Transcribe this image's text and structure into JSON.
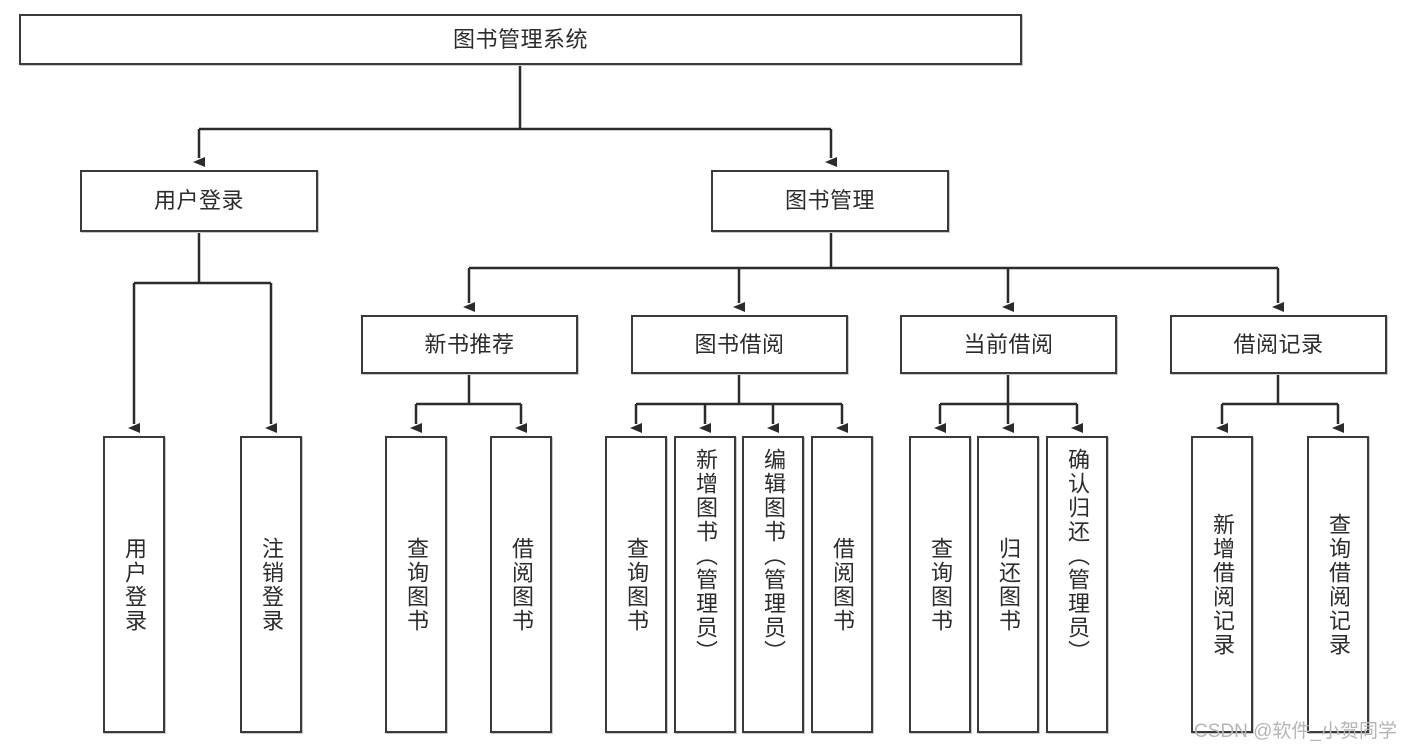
{
  "diagram": {
    "type": "tree-flowchart",
    "title": "图书管理系统",
    "watermark": "CSDN @软件_小贺同学",
    "colors": {
      "border": "#3a3a3a",
      "background": "#ffffff",
      "text": "#2b2b2b",
      "edge": "#2b2b2b",
      "watermark": "#b6b6b6"
    },
    "levels": [
      {
        "level": 1,
        "nodes": [
          {
            "id": "root",
            "label": "图书管理系统",
            "orientation": "horizontal"
          }
        ]
      },
      {
        "level": 2,
        "nodes": [
          {
            "id": "user-login",
            "label": "用户登录",
            "orientation": "horizontal",
            "parent": "root"
          },
          {
            "id": "book-manage",
            "label": "图书管理",
            "orientation": "horizontal",
            "parent": "root"
          }
        ]
      },
      {
        "level": 3,
        "nodes": [
          {
            "id": "new-book-rec",
            "label": "新书推荐",
            "orientation": "horizontal",
            "parent": "book-manage"
          },
          {
            "id": "book-borrow",
            "label": "图书借阅",
            "orientation": "horizontal",
            "parent": "book-manage"
          },
          {
            "id": "current-borrow",
            "label": "当前借阅",
            "orientation": "horizontal",
            "parent": "book-manage"
          },
          {
            "id": "borrow-record",
            "label": "借阅记录",
            "orientation": "horizontal",
            "parent": "book-manage"
          }
        ]
      },
      {
        "level": 4,
        "nodes": [
          {
            "id": "leaf-user-login",
            "label": "用户登录",
            "orientation": "vertical",
            "parent": "user-login"
          },
          {
            "id": "leaf-logout",
            "label": "注销登录",
            "orientation": "vertical",
            "parent": "user-login"
          },
          {
            "id": "leaf-query-book-1",
            "label": "查询图书",
            "orientation": "vertical",
            "parent": "new-book-rec"
          },
          {
            "id": "leaf-borrow-book-1",
            "label": "借阅图书",
            "orientation": "vertical",
            "parent": "new-book-rec"
          },
          {
            "id": "leaf-query-book-2",
            "label": "查询图书",
            "orientation": "vertical",
            "parent": "book-borrow"
          },
          {
            "id": "leaf-add-book",
            "label": "新增图书（管理员）",
            "orientation": "vertical",
            "parent": "book-borrow"
          },
          {
            "id": "leaf-edit-book",
            "label": "编辑图书（管理员）",
            "orientation": "vertical",
            "parent": "book-borrow"
          },
          {
            "id": "leaf-borrow-book-2",
            "label": "借阅图书",
            "orientation": "vertical",
            "parent": "book-borrow"
          },
          {
            "id": "leaf-query-book-3",
            "label": "查询图书",
            "orientation": "vertical",
            "parent": "current-borrow"
          },
          {
            "id": "leaf-return-book",
            "label": "归还图书",
            "orientation": "vertical",
            "parent": "current-borrow"
          },
          {
            "id": "leaf-confirm-return",
            "label": "确认归还（管理员）",
            "orientation": "vertical",
            "parent": "current-borrow"
          },
          {
            "id": "leaf-add-record",
            "label": "新增借阅记录",
            "orientation": "vertical",
            "parent": "borrow-record"
          },
          {
            "id": "leaf-query-record",
            "label": "查询借阅记录",
            "orientation": "vertical",
            "parent": "borrow-record"
          }
        ]
      }
    ]
  }
}
